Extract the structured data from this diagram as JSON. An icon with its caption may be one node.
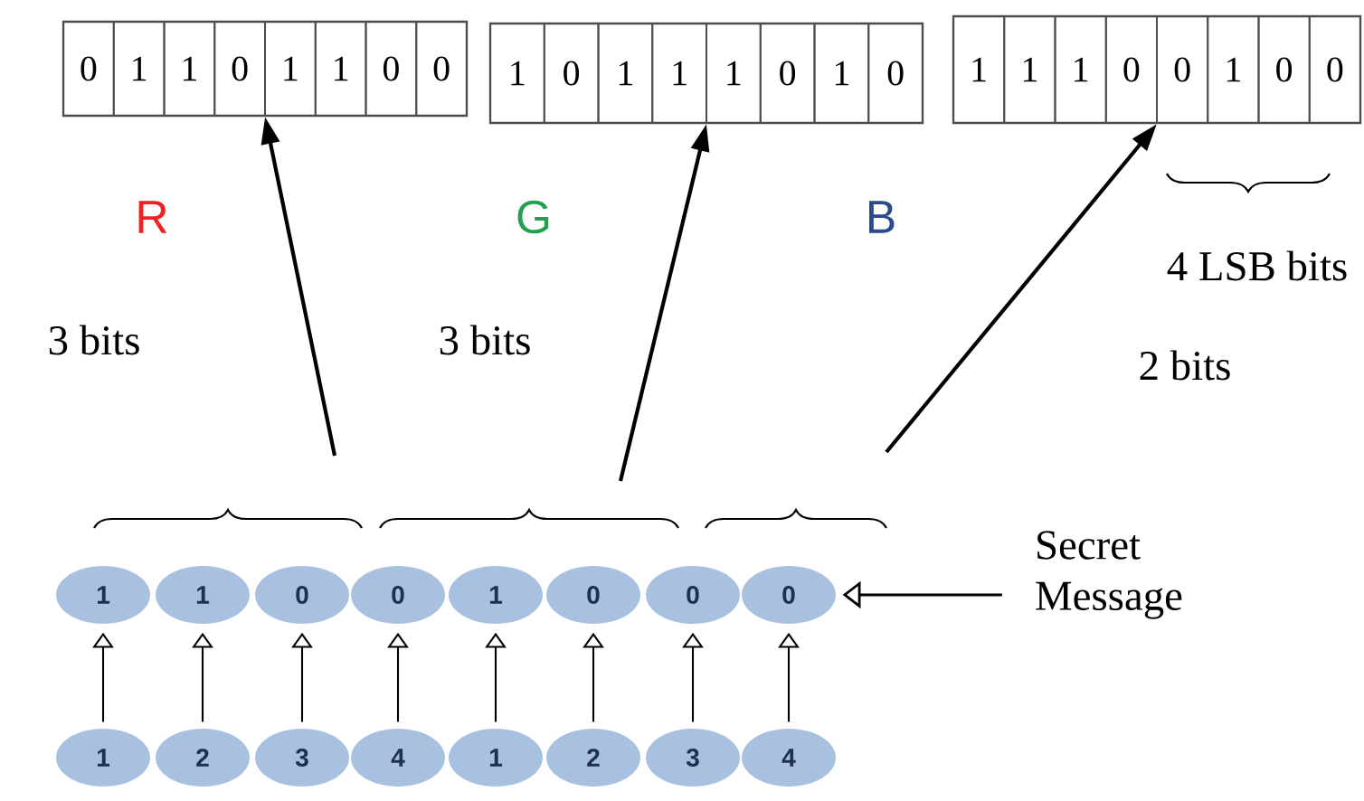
{
  "diagram": {
    "nodes": [
      {
        "text": [],
        "shape": "box"
      },
      {
        "text": [
          "0"
        ],
        "in": 0
      },
      {
        "text": [
          "1"
        ],
        "in": 0
      },
      {
        "text": [
          "1"
        ],
        "in": 0
      },
      {
        "text": [
          "0"
        ],
        "in": 0
      },
      {
        "text": [
          "1"
        ],
        "in": 0
      },
      {
        "text": [
          "1"
        ],
        "in": 0
      },
      {
        "text": [
          "0"
        ],
        "in": 0
      },
      {
        "text": [
          "0"
        ],
        "in": 0
      },
      {
        "text": [],
        "shape": "box"
      },
      {
        "text": [
          "1"
        ],
        "in": 9
      },
      {
        "text": [
          "0"
        ],
        "in": 9
      },
      {
        "text": [
          "1"
        ],
        "in": 9
      },
      {
        "text": [
          "1"
        ],
        "in": 9
      },
      {
        "text": [
          "1"
        ],
        "in": 9
      },
      {
        "text": [
          "0"
        ],
        "in": 9
      },
      {
        "text": [
          "1"
        ],
        "in": 9
      },
      {
        "text": [
          "0"
        ],
        "in": 9
      },
      {
        "text": [],
        "shape": "box"
      },
      {
        "text": [
          "1"
        ],
        "in": 18
      },
      {
        "text": [
          "1"
        ],
        "in": 18
      },
      {
        "text": [
          "1"
        ],
        "in": 18
      },
      {
        "text": [
          "0"
        ],
        "in": 18
      },
      {
        "text": [
          "0"
        ],
        "in": 18
      },
      {
        "text": [
          "1"
        ],
        "in": 18
      },
      {
        "text": [
          "0"
        ],
        "in": 18
      },
      {
        "text": [
          "0"
        ],
        "in": 18
      },
      {
        "text": [
          "1"
        ]
      },
      {
        "text": [
          "1"
        ]
      },
      {
        "text": [
          "0"
        ]
      },
      {
        "text": [
          "0"
        ]
      },
      {
        "text": [
          "1"
        ]
      },
      {
        "text": [
          "0"
        ]
      },
      {
        "text": [
          "0"
        ]
      },
      {
        "text": [
          "0"
        ]
      },
      {
        "text": [
          "1"
        ]
      },
      {
        "text": [
          "2"
        ]
      },
      {
        "text": [
          "3"
        ]
      },
      {
        "text": [
          "4"
        ]
      },
      {
        "text": [
          "1"
        ]
      },
      {
        "text": [
          "2"
        ]
      },
      {
        "text": [
          "3"
        ]
      },
      {
        "text": [
          "4"
        ]
      },
      {
        "text": [
          "Secret Message"
        ]
      }
    ],
    "edges": [
      {
        "from": null,
        "to": 0,
        "arrow": "to"
      },
      {
        "from": null,
        "to": 9,
        "arrow": "to"
      },
      {
        "from": null,
        "to": 18,
        "arrow": "to"
      },
      {
        "from": 35,
        "to": 27,
        "arrow": "to"
      },
      {
        "from": 36,
        "to": 28,
        "arrow": "to"
      },
      {
        "from": 37,
        "to": 29,
        "arrow": "to"
      },
      {
        "from": 38,
        "to": 30,
        "arrow": "to"
      },
      {
        "from": 39,
        "to": 31,
        "arrow": "to"
      },
      {
        "from": 40,
        "to": 32,
        "arrow": "to"
      },
      {
        "from": 41,
        "to": 33,
        "arrow": "to"
      },
      {
        "from": 42,
        "to": 34,
        "arrow": "to"
      },
      {
        "from": 43,
        "to": 34,
        "arrow": "to"
      }
    ],
    "labels": [
      "R",
      "G",
      "B",
      "4 LSB bits",
      "3 bits",
      "3 bits",
      "2 bits"
    ]
  }
}
